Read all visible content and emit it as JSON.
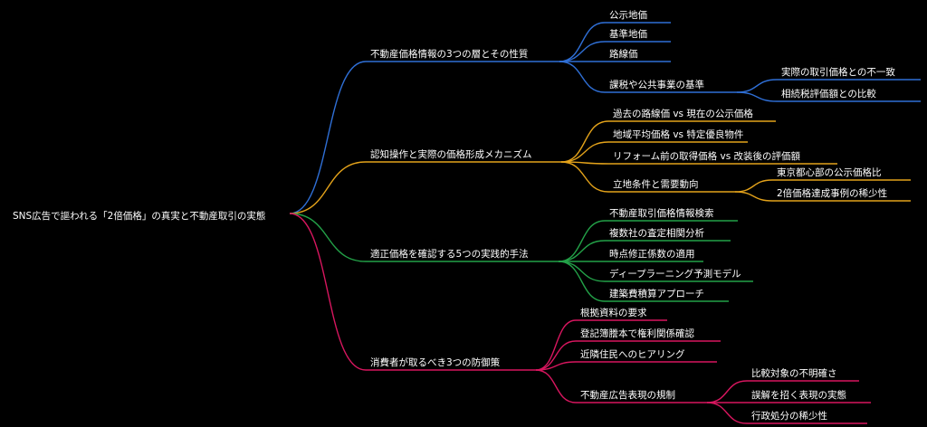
{
  "colors": {
    "background": "#000000",
    "text": "#ffffff",
    "branch_1": "#2f6fd6",
    "branch_2": "#e3a21a",
    "branch_3": "#23a148",
    "branch_4": "#d8165f"
  },
  "root": {
    "label": "SNS広告で謳われる「2倍価格」の真実と不動産取引の実態",
    "branches": [
      {
        "label": "不動産価格情報の3つの層とその性質",
        "color": "#2f6fd6",
        "children": [
          {
            "label": "公示地価",
            "children": []
          },
          {
            "label": "基準地価",
            "children": []
          },
          {
            "label": "路線価",
            "children": []
          },
          {
            "label": "課税や公共事業の基準",
            "children": [
              {
                "label": "実際の取引価格との不一致"
              },
              {
                "label": "相続税評価額との比較"
              }
            ]
          }
        ]
      },
      {
        "label": "認知操作と実際の価格形成メカニズム",
        "color": "#e3a21a",
        "children": [
          {
            "label": "過去の路線価 vs 現在の公示価格",
            "children": []
          },
          {
            "label": "地域平均価格 vs 特定優良物件",
            "children": []
          },
          {
            "label": "リフォーム前の取得価格 vs 改装後の評価額",
            "children": []
          },
          {
            "label": "立地条件と需要動向",
            "children": [
              {
                "label": "東京都心部の公示価格比"
              },
              {
                "label": "2倍価格達成事例の稀少性"
              }
            ]
          }
        ]
      },
      {
        "label": "適正価格を確認する5つの実践的手法",
        "color": "#23a148",
        "children": [
          {
            "label": "不動産取引価格情報検索",
            "children": []
          },
          {
            "label": "複数社の査定相関分析",
            "children": []
          },
          {
            "label": "時点修正係数の適用",
            "children": []
          },
          {
            "label": "ディープラーニング予測モデル",
            "children": []
          },
          {
            "label": "建築費積算アプローチ",
            "children": []
          }
        ]
      },
      {
        "label": "消費者が取るべき3つの防御策",
        "color": "#d8165f",
        "children": [
          {
            "label": "根拠資料の要求",
            "children": []
          },
          {
            "label": "登記簿謄本で権利関係確認",
            "children": []
          },
          {
            "label": "近隣住民へのヒアリング",
            "children": []
          },
          {
            "label": "不動産広告表現の規制",
            "children": [
              {
                "label": "比較対象の不明確さ"
              },
              {
                "label": "誤解を招く表現の実態"
              },
              {
                "label": "行政処分の稀少性"
              }
            ]
          }
        ]
      }
    ]
  }
}
